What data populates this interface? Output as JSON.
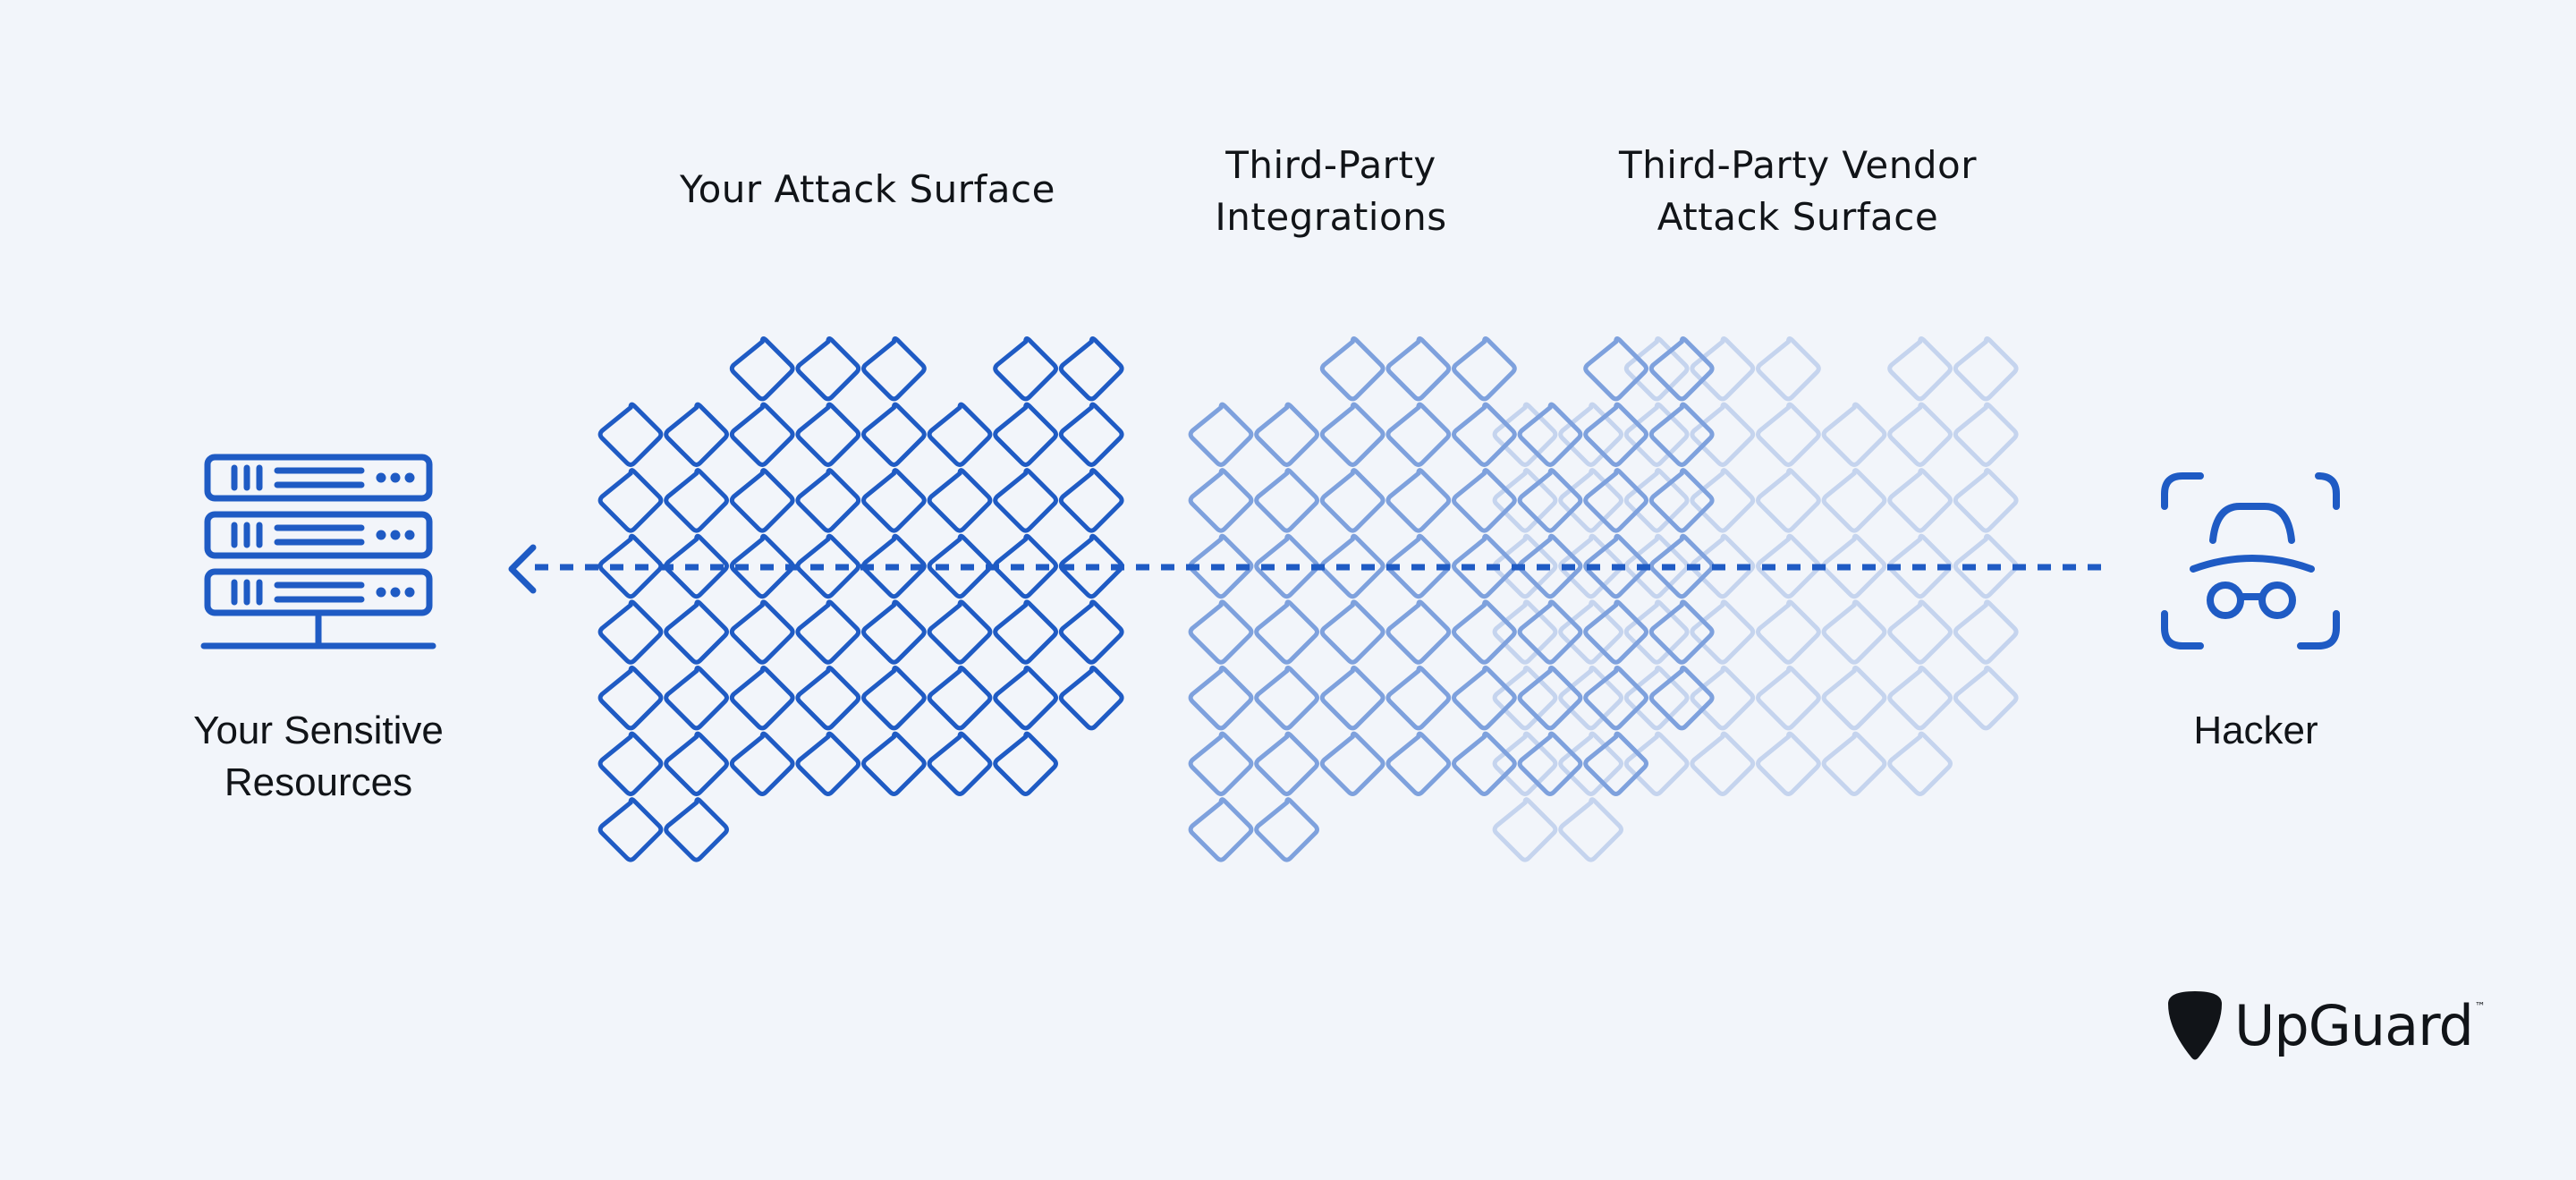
{
  "headings": {
    "attack_surface": [
      "Your Attack Surface"
    ],
    "integrations": [
      "Third-Party",
      "Integrations"
    ],
    "vendor_surface": [
      "Third-Party Vendor",
      "Attack Surface"
    ]
  },
  "left_node": {
    "label": [
      "Your Sensitive",
      "Resources"
    ],
    "icon": "server-rack-icon"
  },
  "right_node": {
    "label": [
      "Hacker"
    ],
    "icon": "hacker-face-icon"
  },
  "brand": {
    "name": "UpGuard",
    "tm": "™",
    "icon": "guitar-pick-logo"
  },
  "colors": {
    "background": "#f2f5fa",
    "primary": "#1f5bc4",
    "integrations": "#7ea1dd",
    "vendor": "#c5d4ee",
    "text": "#111418"
  },
  "arrow": {
    "direction": "from hacker to sensitive resources",
    "style": "dashed"
  }
}
